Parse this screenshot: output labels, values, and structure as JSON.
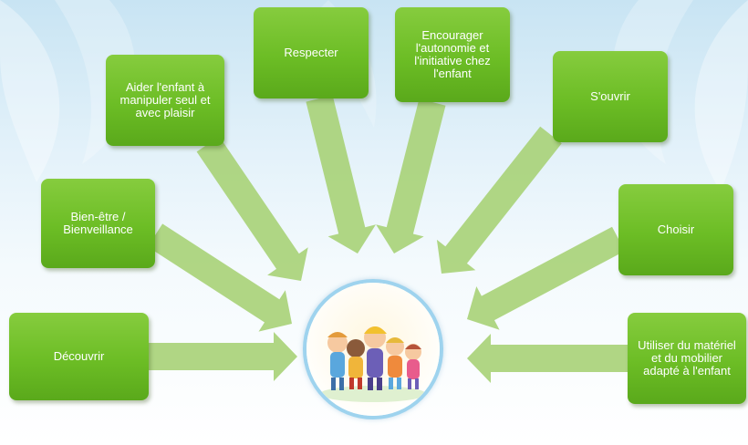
{
  "center": {
    "icon": "children-group-illustration"
  },
  "nodes": [
    {
      "id": "decouvrir",
      "label": "Découvrir"
    },
    {
      "id": "bien-etre",
      "label": "Bien-être / Bienveillance"
    },
    {
      "id": "aider",
      "label": "Aider l'enfant à manipuler seul et avec plaisir"
    },
    {
      "id": "respecter",
      "label": "Respecter"
    },
    {
      "id": "encourager",
      "label": "Encourager l'autonomie et l'initiative chez l'enfant"
    },
    {
      "id": "souvrir",
      "label": "S'ouvrir"
    },
    {
      "id": "choisir",
      "label": "Choisir"
    },
    {
      "id": "utiliser",
      "label": "Utiliser du matériel et du mobilier adapté à l'enfant"
    }
  ],
  "colors": {
    "box": "#6cbd25",
    "arrow": "#a9d27a",
    "circle_border": "#9ed3ee",
    "background": "#d8edf8"
  }
}
